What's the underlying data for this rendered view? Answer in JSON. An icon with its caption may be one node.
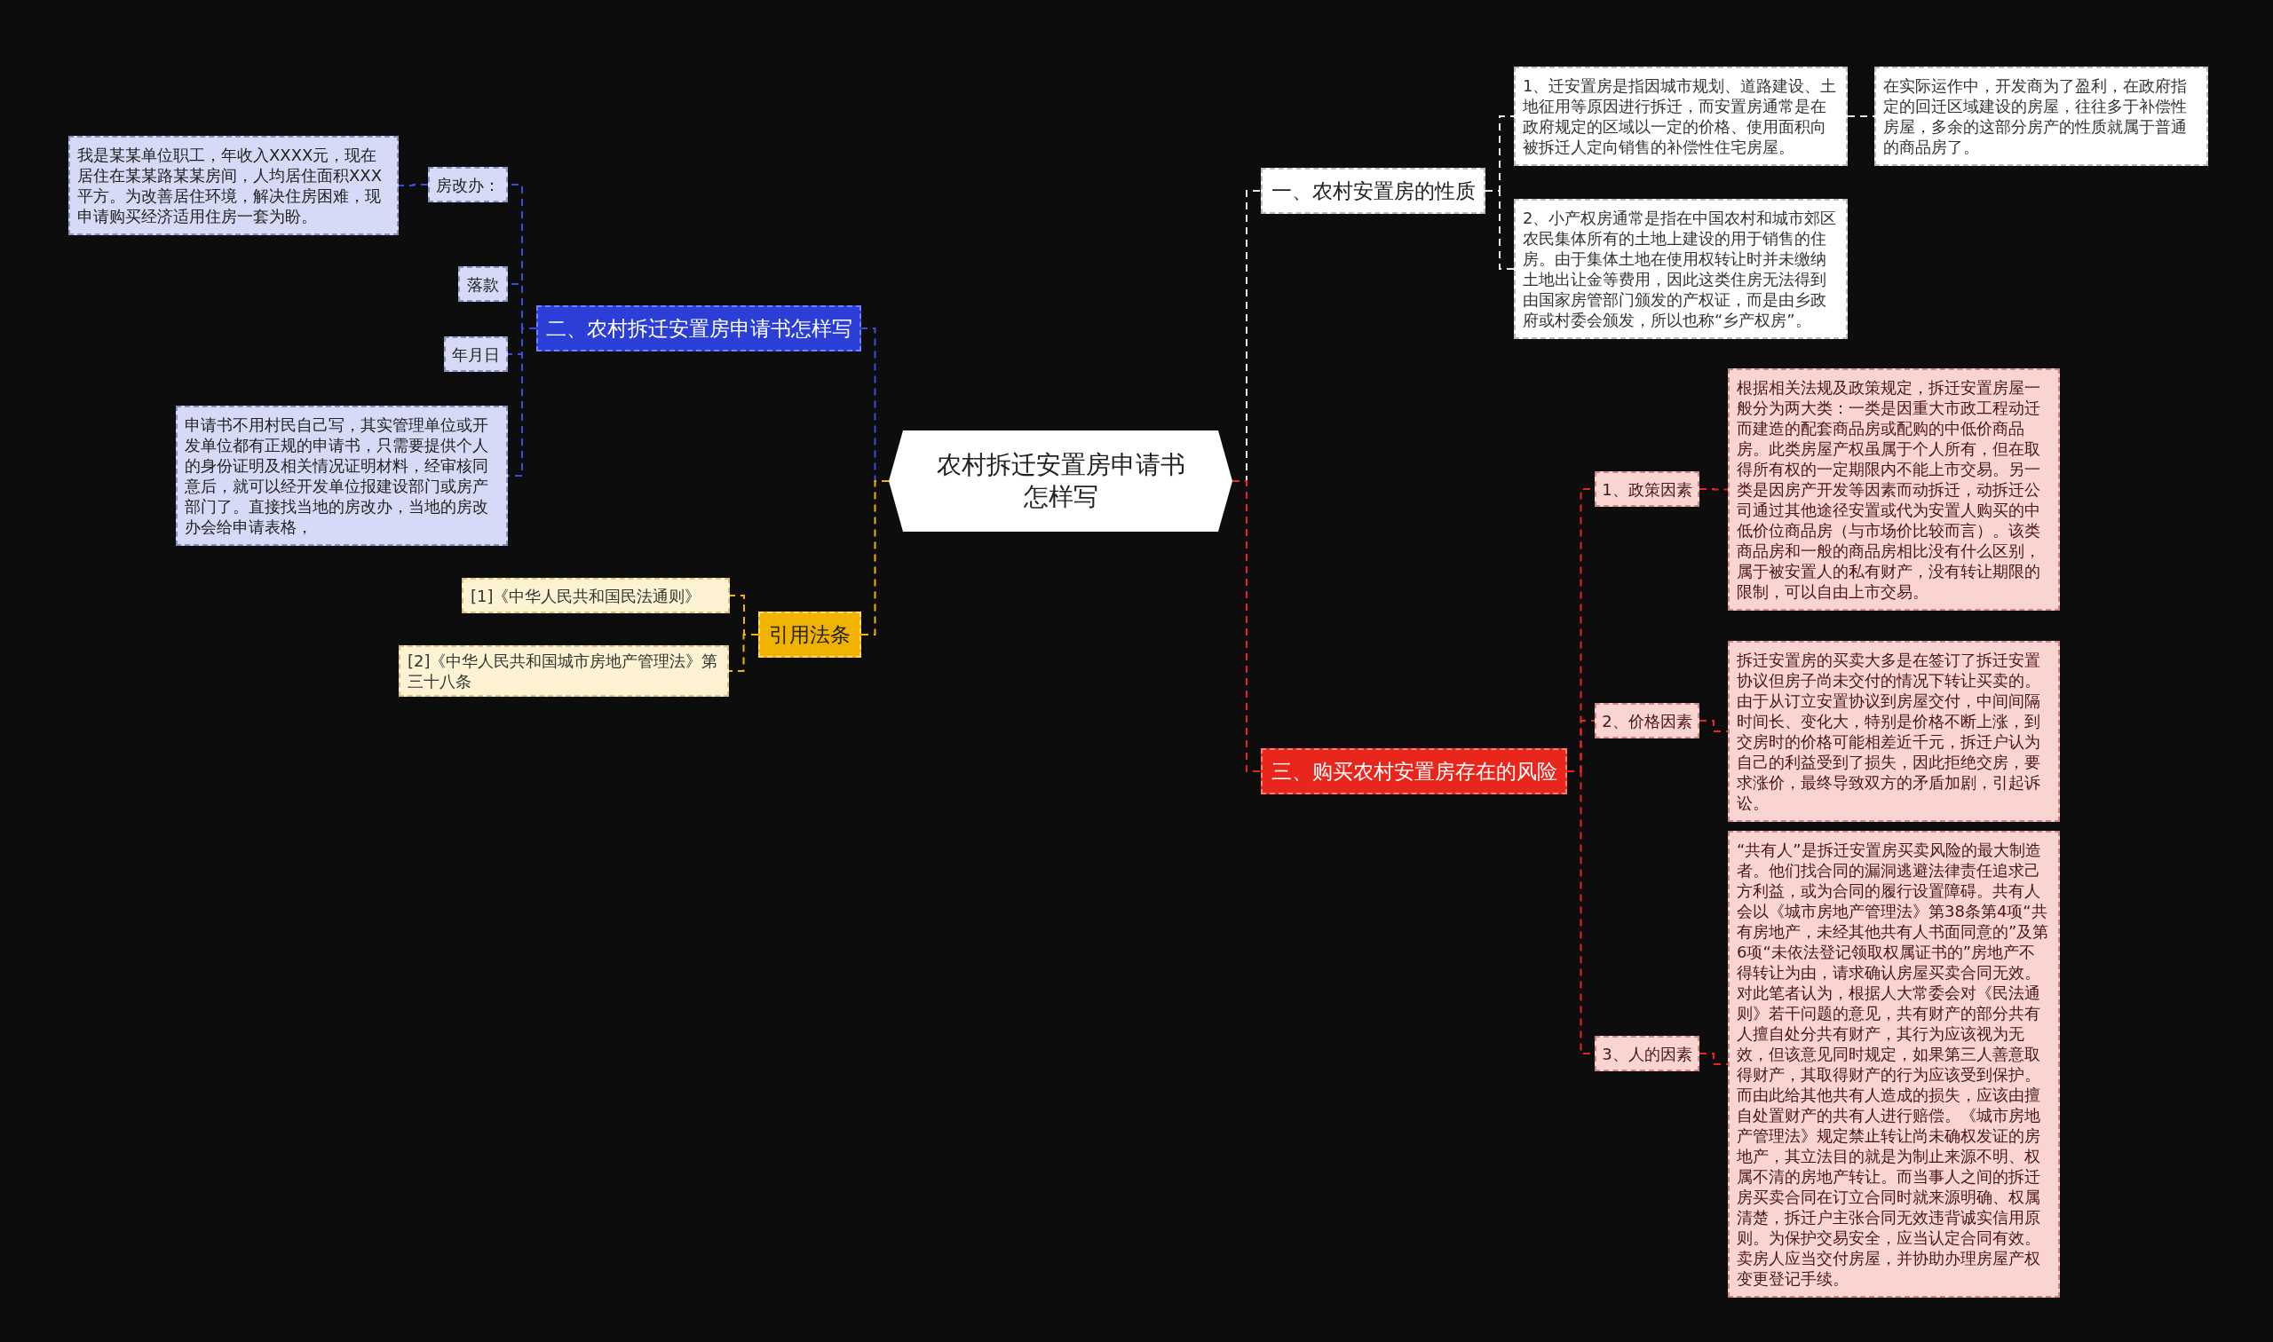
{
  "diagram": {
    "nodes": [
      {
        "text": [
          "农村拆迁安置房申请书怎样写"
        ]
      },
      {
        "text": [
          "一、农村安置房的性质"
        ]
      },
      {
        "text": [
          "1、迁安置房是指因城市规划、道路建设、土地征用等原因进行拆迁，而安置房通常是在政府规定的区域以一定的价格、使用面积向被拆迁人定向销售的补偿性住宅房屋。"
        ]
      },
      {
        "text": [
          "在实际运作中，开发商为了盈利，在政府指定的回迁区域建设的房屋，往往多于补偿性房屋，多余的这部分房产的性质就属于普通的商品房了。"
        ]
      },
      {
        "text": [
          "2、小产权房通常是指在中国农村和城市郊区农民集体所有的土地上建设的用于销售的住房。由于集体土地在使用权转让时并未缴纳土地出让金等费用，因此这类住房无法得到由国家房管部门颁发的产权证，而是由乡政府或村委会颁发，所以也称“乡产权房”。"
        ]
      },
      {
        "text": [
          "三、购买农村安置房存在的风险"
        ]
      },
      {
        "text": [
          "1、政策因素"
        ]
      },
      {
        "text": [
          "根据相关法规及政策规定，拆迁安置房屋一般分为两大类：一类是因重大市政工程动迁而建造的配套商品房或配购的中低价商品房。此类房屋产权虽属于个人所有，但在取得所有权的一定期限内不能上市交易。另一类是因房产开发等因素而动拆迁，动拆迁公司通过其他途径安置或代为安置人购买的中低价位商品房（与市场价比较而言）。该类商品房和一般的商品房相比没有什么区别，属于被安置人的私有财产，没有转让期限的限制，可以自由上市交易。"
        ]
      },
      {
        "text": [
          "2、价格因素"
        ]
      },
      {
        "text": [
          "拆迁安置房的买卖大多是在签订了拆迁安置协议但房子尚未交付的情况下转让买卖的。由于从订立安置协议到房屋交付，中间间隔时间长、变化大，特别是价格不断上涨，到交房时的价格可能相差近千元，拆迁户认为自己的利益受到了损失，因此拒绝交房，要求涨价，最终导致双方的矛盾加剧，引起诉讼。"
        ]
      },
      {
        "text": [
          "3、人的因素"
        ]
      },
      {
        "text": [
          "“共有人”是拆迁安置房买卖风险的最大制造者。他们找合同的漏洞逃避法律责任追求己方利益，或为合同的履行设置障碍。共有人会以《城市房地产管理法》第38条第4项“共有房地产，未经其他共有人书面同意的”及第6项“未依法登记领取权属证书的”房地产不得转让为由，请求确认房屋买卖合同无效。对此笔者认为，根据人大常委会对《民法通则》若干问题的意见，共有财产的部分共有人擅自处分共有财产，其行为应该视为无效，但该意见同时规定，如果第三人善意取得财产，其取得财产的行为应该受到保护。而由此给其他共有人造成的损失，应该由擅自处置财产的共有人进行赔偿。《城市房地产管理法》规定禁止转让尚未确权发证的房地产，其立法目的就是为制止来源不明、权属不清的房地产转让。而当事人之间的拆迁房买卖合同在订立合同时就来源明确、权属清楚，拆迁户主张合同无效违背诚实信用原则。为保护交易安全，应当认定合同有效。卖房人应当交付房屋，并协助办理房屋产权变更登记手续。"
        ]
      },
      {
        "text": [
          "二、农村拆迁安置房申请书怎样写"
        ]
      },
      {
        "text": [
          "房改办："
        ]
      },
      {
        "text": [
          "我是某某单位职工，年收入XXXX元，现在居住在某某路某某房间，人均居住面积XXX平方。为改善居住环境，解决住房困难，现申请购买经济适用住房一套为盼。"
        ]
      },
      {
        "text": [
          "落款"
        ]
      },
      {
        "text": [
          "年月日"
        ]
      },
      {
        "text": [
          "申请书不用村民自己写，其实管理单位或开发单位都有正规的申请书，只需要提供个人的身份证明及相关情况证明材料，经审核同意后，就可以经开发单位报建设部门或房产部门了。直接找当地的房改办，当地的房改办会给申请表格，"
        ]
      },
      {
        "text": [
          "引用法条"
        ]
      },
      {
        "text": [
          "[1]《中华人民共和国民法通则》"
        ]
      },
      {
        "text": [
          "[2]《中华人民共和国城市房地产管理法》第三十八条"
        ]
      }
    ],
    "edges": [
      {
        "from": 0,
        "to": 1,
        "arrow": "none",
        "color": "#e6e6e6"
      },
      {
        "from": 1,
        "to": 2,
        "arrow": "none",
        "color": "#e6e6e6"
      },
      {
        "from": 2,
        "to": 3,
        "arrow": "none",
        "color": "#e6e6e6"
      },
      {
        "from": 1,
        "to": 4,
        "arrow": "none",
        "color": "#e6e6e6"
      },
      {
        "from": 0,
        "to": 5,
        "arrow": "none"
      },
      {
        "from": 5,
        "to": 6,
        "arrow": "none"
      },
      {
        "from": 6,
        "to": 7,
        "arrow": "none"
      },
      {
        "from": 5,
        "to": 8,
        "arrow": "none"
      },
      {
        "from": 8,
        "to": 9,
        "arrow": "none"
      },
      {
        "from": 5,
        "to": 10,
        "arrow": "none"
      },
      {
        "from": 10,
        "to": 11,
        "arrow": "none"
      },
      {
        "from": 0,
        "to": 12,
        "arrow": "none",
        "color": "#3a4de0"
      },
      {
        "from": 12,
        "to": 13,
        "arrow": "none",
        "color": "#3a4de0"
      },
      {
        "from": 13,
        "to": 14,
        "arrow": "none",
        "color": "#3a4de0"
      },
      {
        "from": 12,
        "to": 15,
        "arrow": "none",
        "color": "#3a4de0"
      },
      {
        "from": 12,
        "to": 16,
        "arrow": "none",
        "color": "#3a4de0"
      },
      {
        "from": 12,
        "to": 17,
        "arrow": "none",
        "color": "#3a4de0"
      },
      {
        "from": 0,
        "to": 18,
        "arrow": "none",
        "color": "#f0b400"
      },
      {
        "from": 18,
        "to": 19,
        "arrow": "none",
        "color": "#f0b400"
      },
      {
        "from": 18,
        "to": 20,
        "arrow": "none",
        "color": "#f0b400"
      }
    ]
  }
}
